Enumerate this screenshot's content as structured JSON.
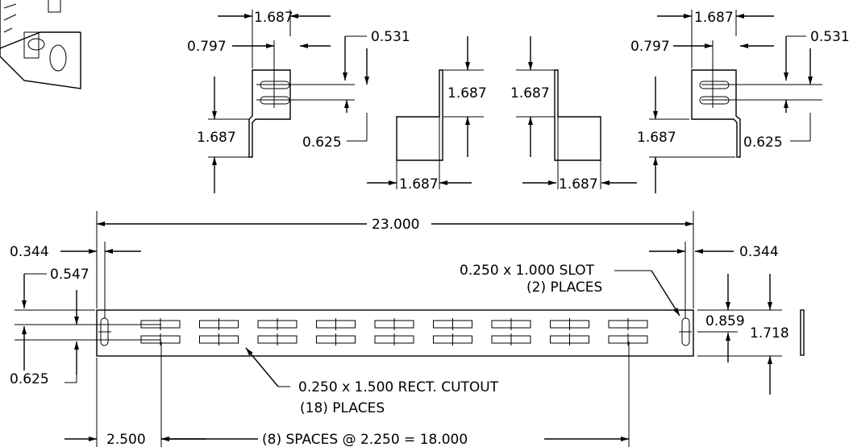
{
  "drawing": {
    "dims": {
      "top_left": {
        "width": "1.687",
        "offset_x": "0.797",
        "slot_gap": "0.531",
        "height": "1.687",
        "slot_offset": "0.625"
      },
      "mid_left": {
        "height": "1.687",
        "width": "1.687"
      },
      "mid_right": {
        "height": "1.687",
        "width": "1.687"
      },
      "top_right": {
        "width": "1.687",
        "offset_x": "0.797",
        "slot_gap": "0.531",
        "height": "1.687",
        "slot_offset": "0.625"
      },
      "main": {
        "overall_length": "23.000",
        "left_edge_offset": "0.344",
        "right_edge_offset": "0.344",
        "top_to_slot": "0.547",
        "slot_to_bottom": "0.625",
        "first_cutout": "2.500",
        "half_height": "0.859",
        "total_height": "1.718"
      }
    },
    "notes": {
      "slot_line1": "0.250 x 1.000 SLOT",
      "slot_line2": "(2) PLACES",
      "cutout_line1": "0.250 x 1.500 RECT. CUTOUT",
      "cutout_line2": "(18) PLACES",
      "spaces": "(8) SPACES @ 2.250 = 18.000"
    }
  }
}
